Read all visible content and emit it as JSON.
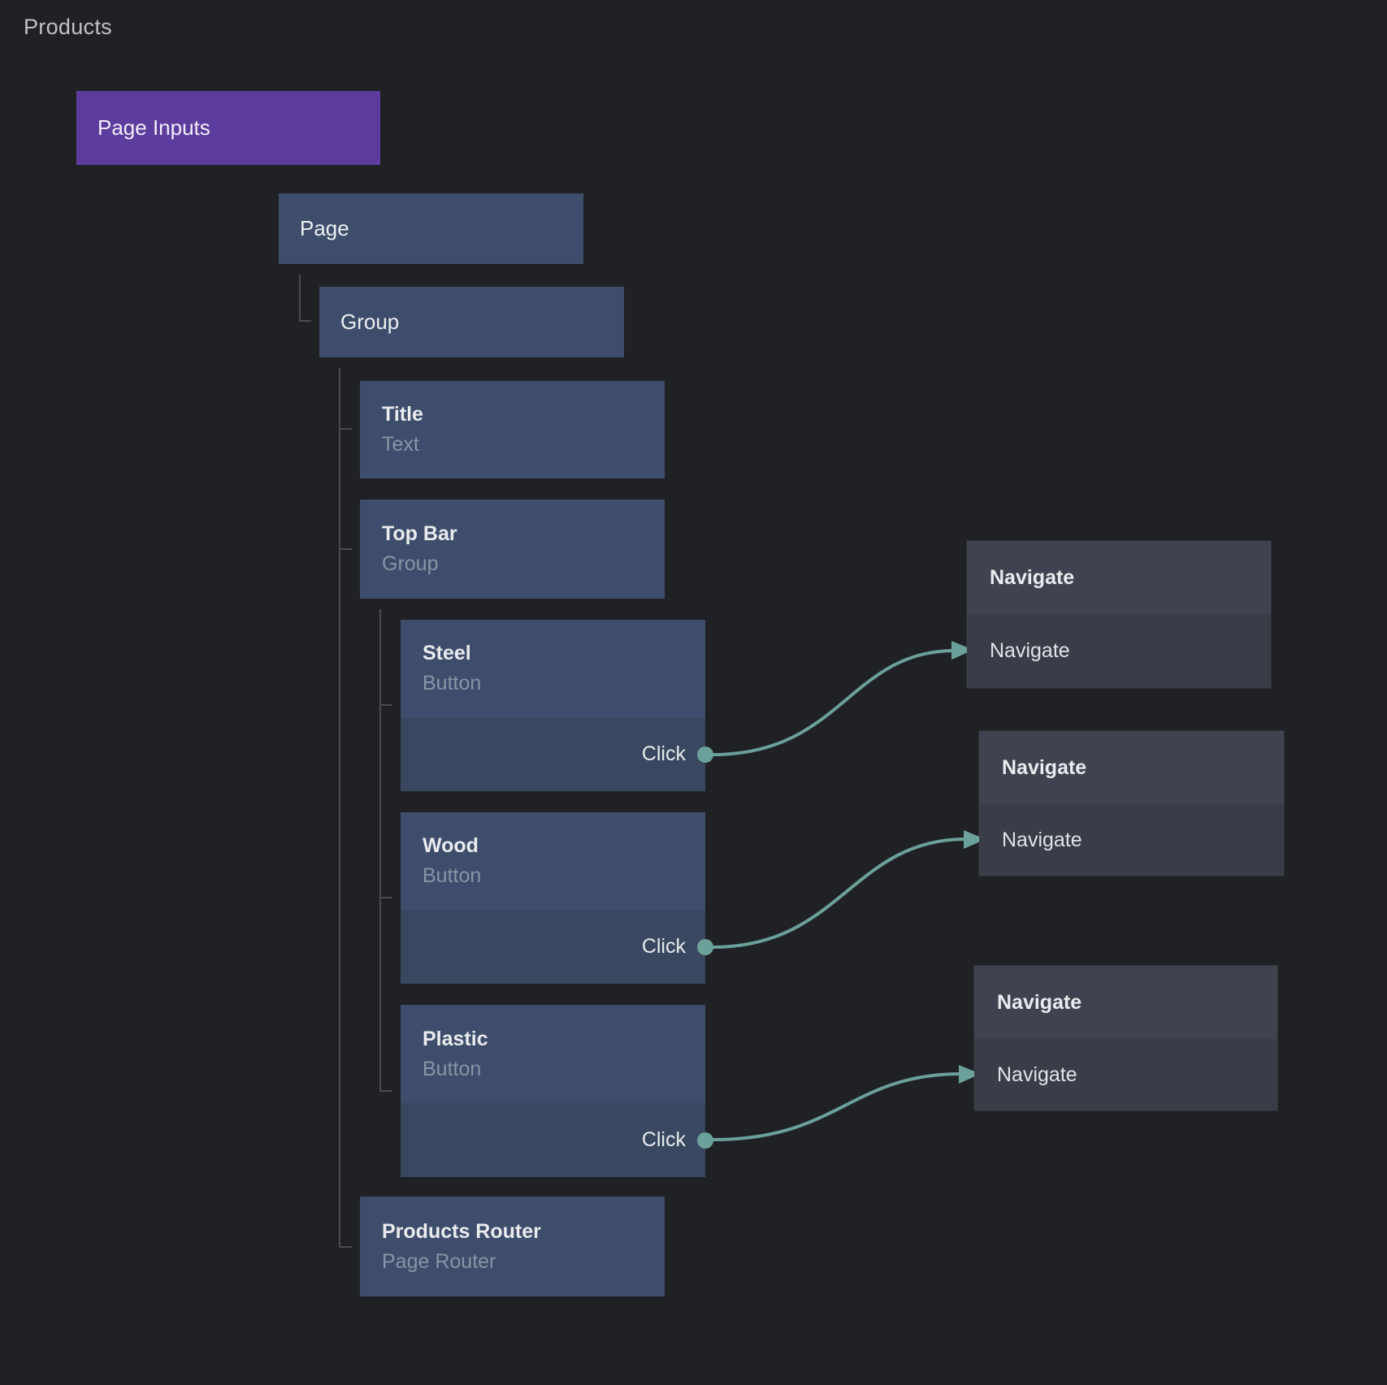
{
  "header": {
    "title": "Products"
  },
  "canvas": {
    "nodes": {
      "page_inputs": {
        "label": "Page Inputs"
      },
      "page": {
        "label": "Page"
      },
      "group": {
        "label": "Group"
      },
      "title": {
        "title": "Title",
        "subtitle": "Text"
      },
      "top_bar": {
        "title": "Top Bar",
        "subtitle": "Group"
      },
      "steel": {
        "title": "Steel",
        "subtitle": "Button",
        "event": "Click"
      },
      "wood": {
        "title": "Wood",
        "subtitle": "Button",
        "event": "Click"
      },
      "plastic": {
        "title": "Plastic",
        "subtitle": "Button",
        "event": "Click"
      },
      "products_router": {
        "title": "Products Router",
        "subtitle": "Page Router"
      }
    },
    "actions": [
      {
        "header": "Navigate",
        "body": "Navigate"
      },
      {
        "header": "Navigate",
        "body": "Navigate"
      },
      {
        "header": "Navigate",
        "body": "Navigate"
      }
    ],
    "connections": [
      {
        "from": "steel",
        "event": "Click",
        "to": "action-1"
      },
      {
        "from": "wood",
        "event": "Click",
        "to": "action-2"
      },
      {
        "from": "plastic",
        "event": "Click",
        "to": "action-3"
      }
    ],
    "colors": {
      "background": "#202124",
      "node_blue": "#3e4d6b",
      "node_blue_event": "#394760",
      "accent_purple": "#5c3d9e",
      "action_header": "#40434f",
      "action_body": "#3a3d48",
      "connector_teal": "#6ba09b",
      "tree_line": "#4b4b4d"
    }
  }
}
